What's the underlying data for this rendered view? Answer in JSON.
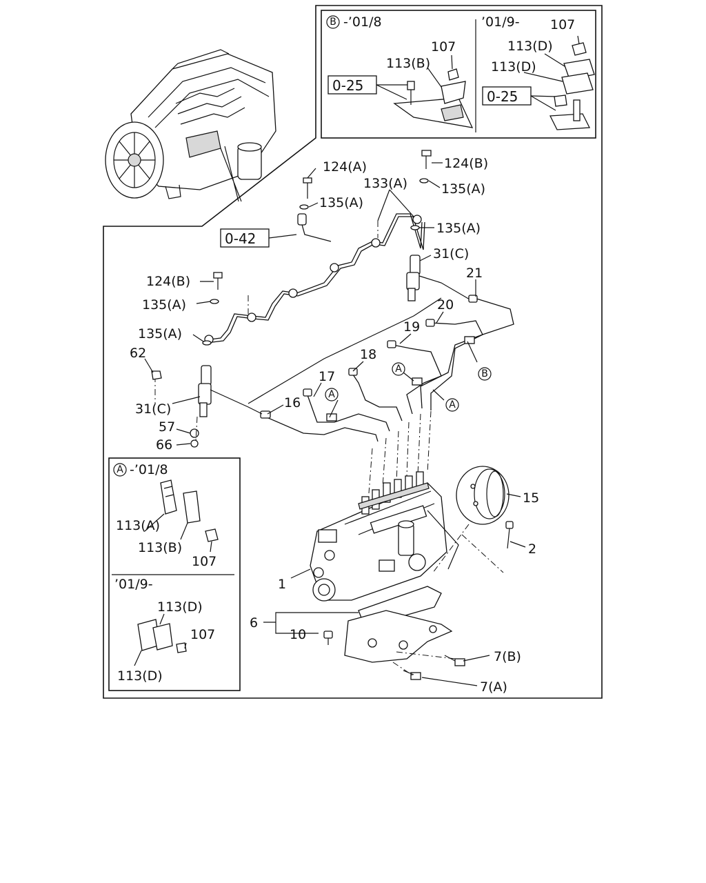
{
  "detail_b": {
    "marker": "B",
    "left_title": "-’01/8",
    "right_title": "’01/9-",
    "left_labels": [
      "107",
      "113(B)"
    ],
    "left_ref": "0-25",
    "right_labels": [
      "107",
      "113(D)",
      "113(D)"
    ],
    "right_ref": "0-25"
  },
  "detail_a": {
    "marker": "A",
    "top_title": "-’01/8",
    "top_labels": [
      "113(A)",
      "113(B)",
      "107"
    ],
    "bottom_title": "’01/9-",
    "bottom_labels": [
      "113(D)",
      "107",
      "113(D)"
    ]
  },
  "refs": {
    "ref_042": "0-42"
  },
  "callouts": {
    "c124a": "124(A)",
    "c124b_top": "124(B)",
    "c133a": "133(A)",
    "c135a_1": "135(A)",
    "c135a_2": "135(A)",
    "c135a_3": "135(A)",
    "c31c_top": "31(C)",
    "c21": "21",
    "c20": "20",
    "c19": "19",
    "c18": "18",
    "c17": "17",
    "c16": "16",
    "c124b_left": "124(B)",
    "c135a_4": "135(A)",
    "c135a_5": "135(A)",
    "c62": "62",
    "c31c_left": "31(C)",
    "c57": "57",
    "c66": "66",
    "c15": "15",
    "c2": "2",
    "c1": "1",
    "c6": "6",
    "c10": "10",
    "c7b": "7(B)",
    "c7a": "7(A)"
  },
  "circle_markers": {
    "a1": "A",
    "a2": "A",
    "a3": "A",
    "b1": "B"
  }
}
